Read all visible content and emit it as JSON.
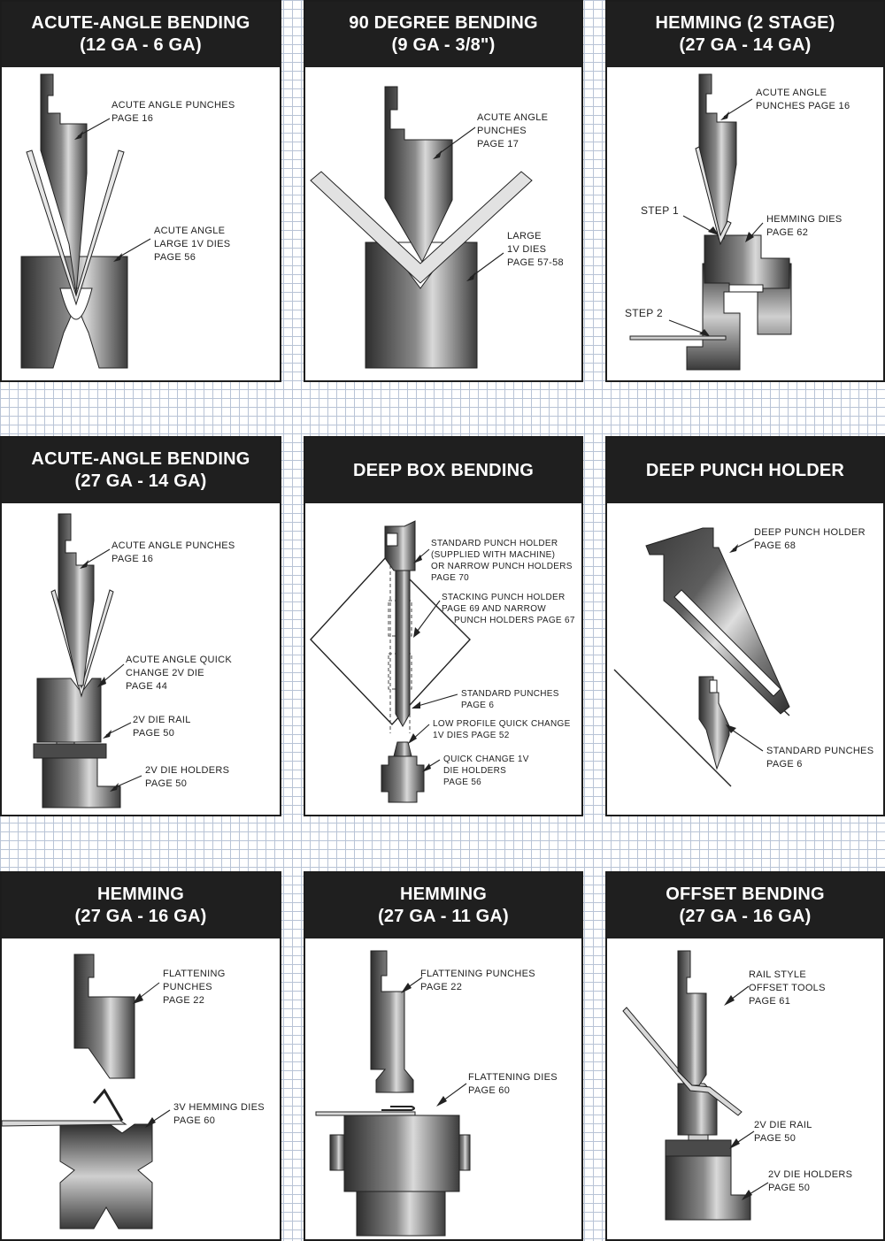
{
  "panels": [
    {
      "id": "p1",
      "title": [
        "ACUTE-ANGLE BENDING",
        "(12 GA - 6 GA)"
      ],
      "labels": {
        "l1": [
          "ACUTE ANGLE PUNCHES",
          "PAGE 16"
        ],
        "l2": [
          "ACUTE ANGLE",
          "LARGE 1V  DIES",
          "PAGE 56"
        ]
      }
    },
    {
      "id": "p2",
      "title": [
        "90 DEGREE BENDING",
        "(9 GA - 3/8\")"
      ],
      "labels": {
        "l1": [
          "ACUTE ANGLE",
          "PUNCHES",
          "PAGE 17"
        ],
        "l2": [
          "LARGE",
          "1V DIES",
          "PAGE 57-58"
        ]
      }
    },
    {
      "id": "p3",
      "title": [
        "HEMMING  (2 STAGE)",
        "(27 GA - 14 GA)"
      ],
      "labels": {
        "l1": [
          "ACUTE ANGLE",
          "PUNCHES PAGE 16"
        ],
        "l2": [
          "HEMMING DIES",
          "PAGE 62"
        ],
        "step1": "STEP  1",
        "step2": "STEP  2"
      }
    },
    {
      "id": "p4",
      "title": [
        "ACUTE-ANGLE BENDING",
        "(27 GA - 14 GA)"
      ],
      "labels": {
        "l1": [
          "ACUTE ANGLE PUNCHES",
          "PAGE 16"
        ],
        "l2": [
          "ACUTE ANGLE QUICK",
          "CHANGE 2V DIE",
          "PAGE 44"
        ],
        "l3": [
          "2V DIE RAIL",
          "PAGE 50"
        ],
        "l4": [
          "2V DIE HOLDERS",
          "PAGE 50"
        ]
      }
    },
    {
      "id": "p5",
      "title": [
        "DEEP BOX BENDING"
      ],
      "labels": {
        "l1": [
          "STANDARD PUNCH HOLDER",
          "(SUPPLIED WITH MACHINE)",
          "OR NARROW PUNCH HOLDERS",
          "PAGE 70"
        ],
        "l2": [
          "STACKING PUNCH HOLDER",
          "PAGE 69 AND NARROW",
          "PUNCH HOLDERS PAGE 67"
        ],
        "l3": [
          "STANDARD PUNCHES",
          "PAGE 6"
        ],
        "l4": [
          "LOW PROFILE QUICK CHANGE",
          "1V DIES PAGE 52"
        ],
        "l5": [
          "QUICK CHANGE 1V",
          "DIE HOLDERS",
          "PAGE 56"
        ]
      }
    },
    {
      "id": "p6",
      "title": [
        "DEEP PUNCH HOLDER"
      ],
      "labels": {
        "l1": [
          "DEEP PUNCH HOLDER",
          "PAGE 68"
        ],
        "l2": [
          "STANDARD PUNCHES",
          "PAGE 6"
        ]
      }
    },
    {
      "id": "p7",
      "title": [
        "HEMMING",
        "(27 GA - 16 GA)"
      ],
      "labels": {
        "l1": [
          "FLATTENING",
          "PUNCHES",
          "PAGE 22"
        ],
        "l2": [
          "3V HEMMING DIES",
          "PAGE 60"
        ]
      }
    },
    {
      "id": "p8",
      "title": [
        "HEMMING",
        "(27 GA - 11 GA)"
      ],
      "labels": {
        "l1": [
          "FLATTENING PUNCHES",
          "PAGE 22"
        ],
        "l2": [
          "FLATTENING DIES",
          "PAGE 60"
        ]
      }
    },
    {
      "id": "p9",
      "title": [
        "OFFSET BENDING",
        "(27 GA -  16 GA)"
      ],
      "labels": {
        "l1": [
          "RAIL STYLE",
          "OFFSET TOOLS",
          "PAGE 61"
        ],
        "l2": [
          "2V DIE RAIL",
          "PAGE 50"
        ],
        "l3": [
          "2V DIE HOLDERS",
          "PAGE 50"
        ]
      }
    }
  ],
  "colors": {
    "header": "#1f1f1f",
    "panel_border": "#1c1c1c",
    "grid_line": "#b9c4d6",
    "tool_dark": "#3a3a3a",
    "tool_light": "#d8d8d8"
  }
}
